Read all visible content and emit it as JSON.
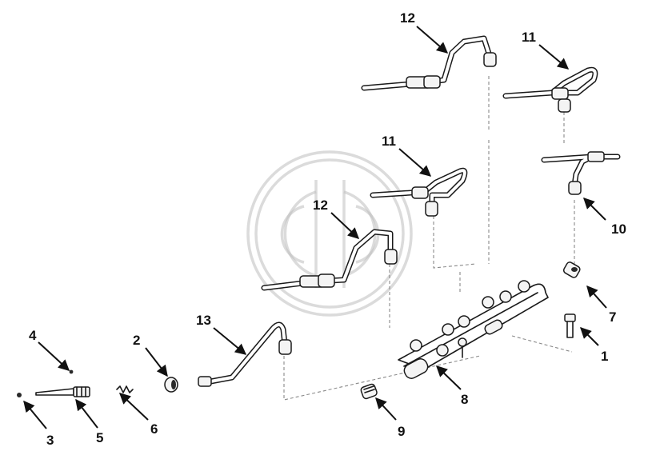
{
  "diagram": {
    "callouts": {
      "c1": "1",
      "c2": "2",
      "c3": "3",
      "c4": "4",
      "c5": "5",
      "c6": "6",
      "c7": "7",
      "c8": "8",
      "c9": "9",
      "c10": "10",
      "c11_top": "11",
      "c11_mid": "11",
      "c12_top": "12",
      "c12_mid": "12",
      "c13": "13"
    },
    "watermark": {
      "mark": "C-D monogram seal"
    },
    "colors": {
      "line": "#1a1a1a",
      "dashed": "#8a8a8a",
      "watermark": "#bdbdbd",
      "background": "#ffffff"
    }
  }
}
